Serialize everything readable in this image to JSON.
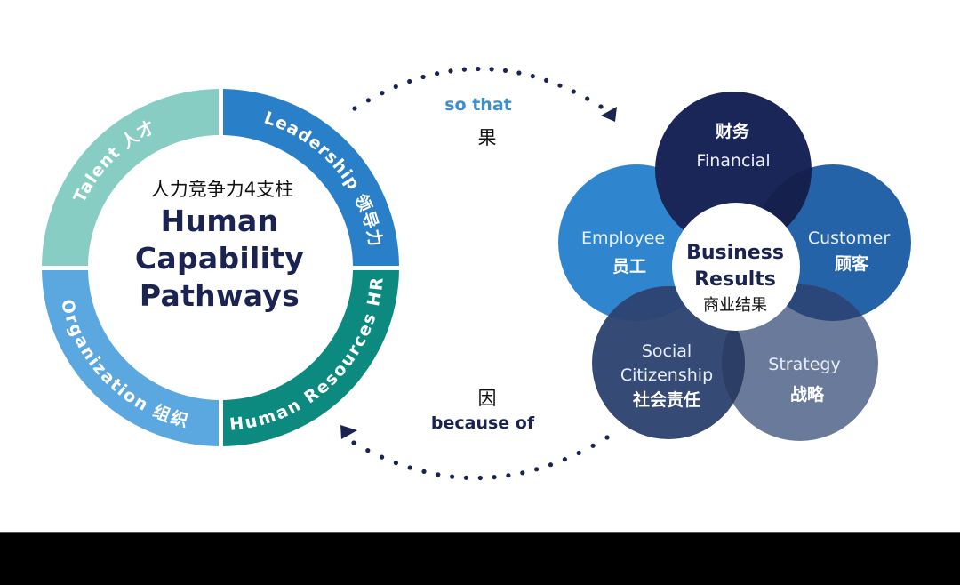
{
  "left_wheel": {
    "title_cn": "人力竞争力4支柱",
    "title_lines": [
      "Human",
      "Capability",
      "Pathways"
    ],
    "title_color": "#1b2350",
    "segments": [
      {
        "label": "Talent 人才",
        "color": "#88cdc4"
      },
      {
        "label": "Leadership 领导力",
        "color": "#2a80c8"
      },
      {
        "label": "Human Resources HR",
        "color": "#0c8a80"
      },
      {
        "label": "Organization 组织",
        "color": "#5aa8df"
      }
    ]
  },
  "connectors": {
    "top": {
      "en": "so that",
      "cn": "果",
      "en_color": "#3b8fd0"
    },
    "bottom": {
      "cn": "因",
      "en": "because of",
      "en_color": "#1b2350"
    },
    "dot_color": "#1b2350"
  },
  "right_flower": {
    "center": {
      "line1": "Business",
      "line2": "Results",
      "cn": "商业结果"
    },
    "petals": [
      {
        "key": "financial",
        "cn": "财务",
        "en": "Financial",
        "color": "#1a2658"
      },
      {
        "key": "customer",
        "en": "Customer",
        "cn": "顾客",
        "color": "#2563a8"
      },
      {
        "key": "strategy",
        "en": "Strategy",
        "cn": "战略",
        "color": "#6a7a9a"
      },
      {
        "key": "social",
        "en_lines": [
          "Social",
          "Citizenship"
        ],
        "cn": "社会责任",
        "color": "#354a75"
      },
      {
        "key": "employee",
        "en": "Employee",
        "cn": "员工",
        "color": "#2f86cf"
      }
    ]
  }
}
